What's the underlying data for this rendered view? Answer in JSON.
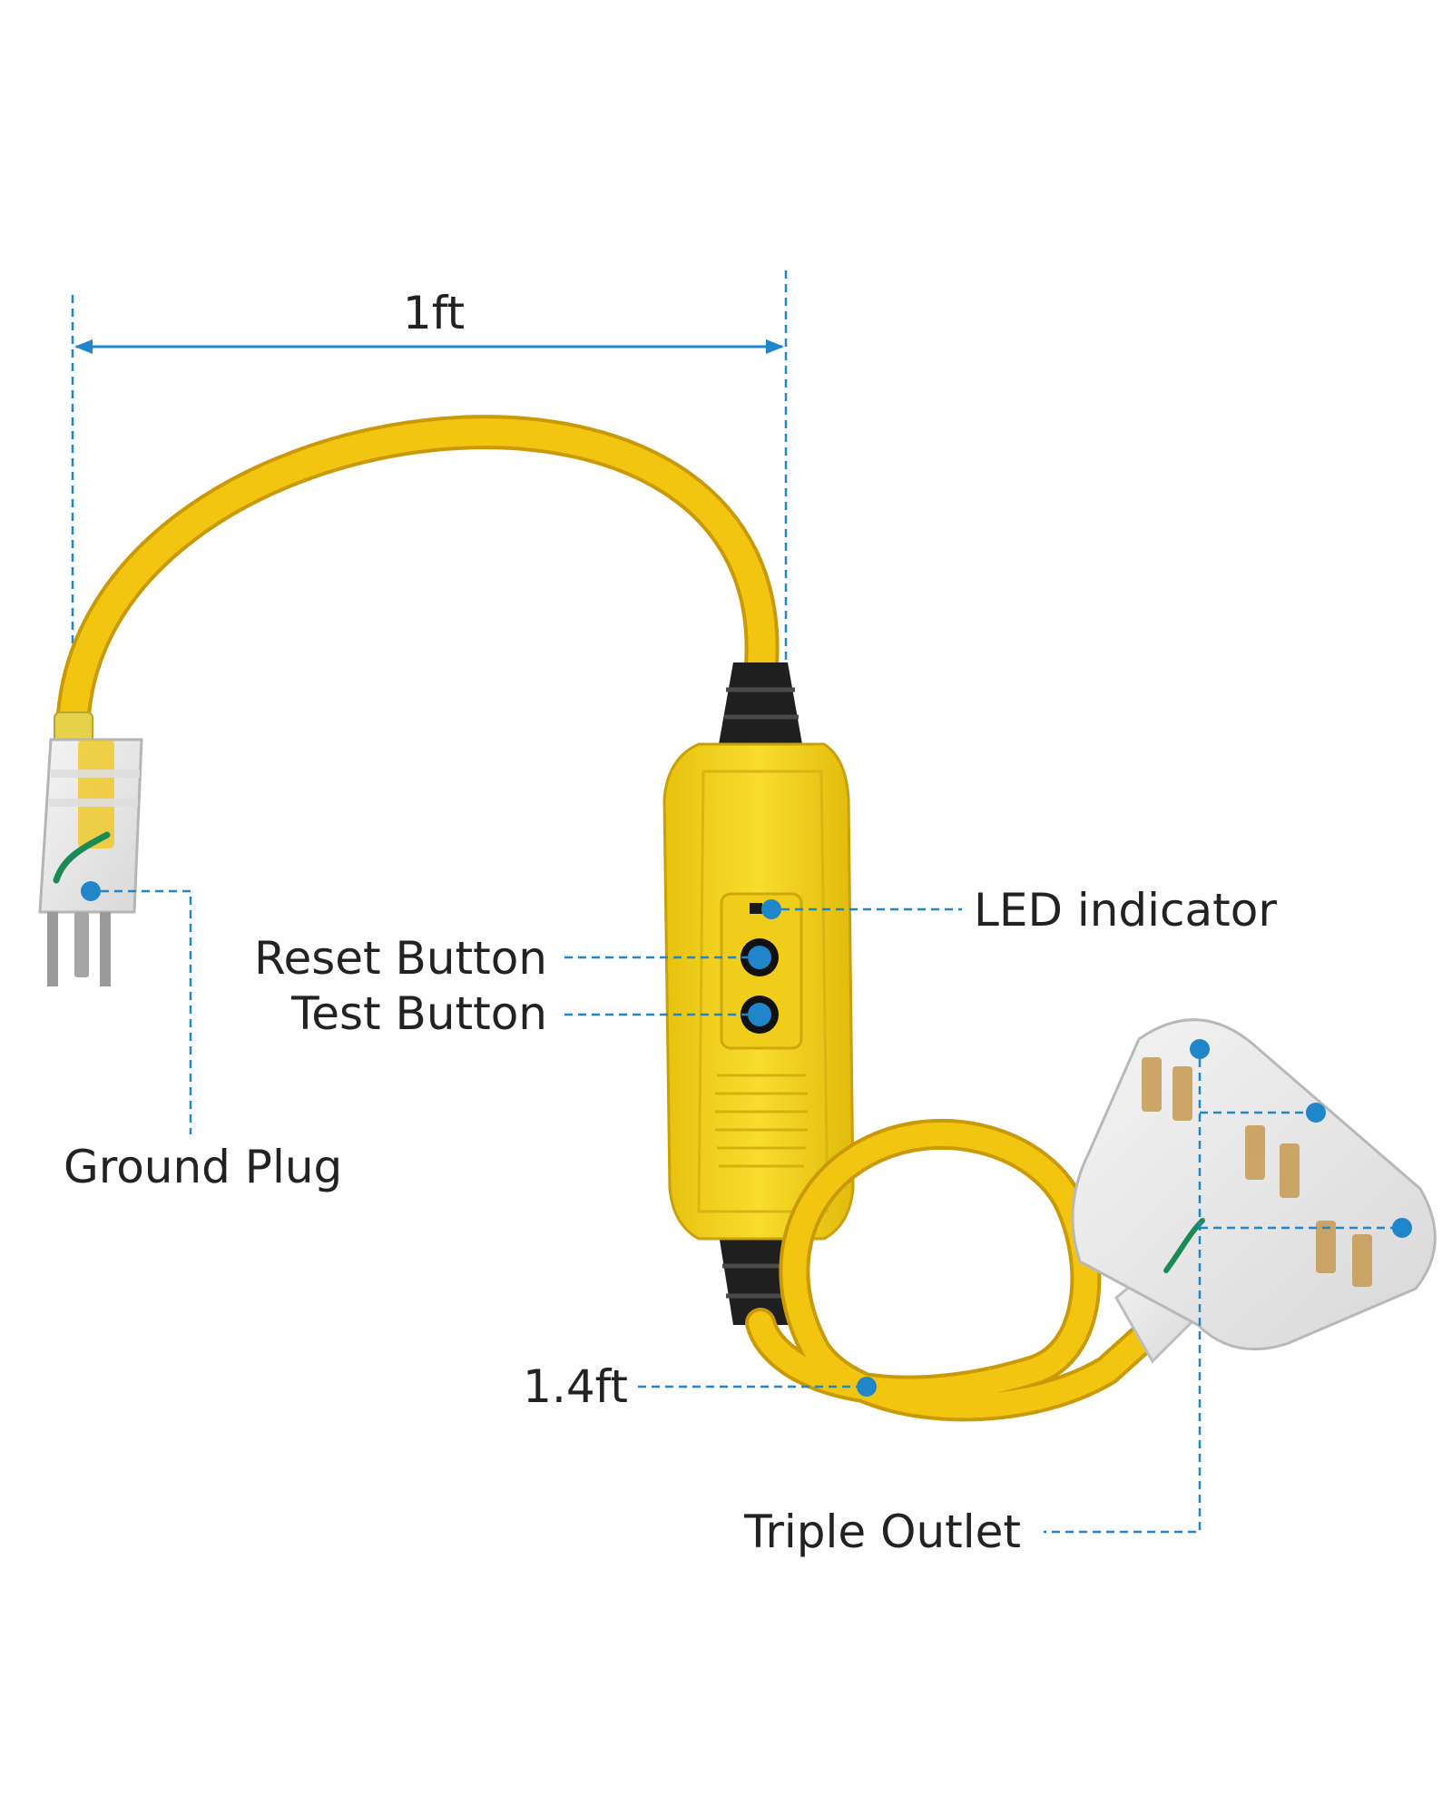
{
  "colors": {
    "accent": "#1e86c9",
    "cord": "#f2c511",
    "cord_shade": "#c99a06",
    "housing": "#f5d41c",
    "strain_relief": "#1f1f1f",
    "text": "#222222"
  },
  "dimensions": {
    "top_cord_length": "1ft",
    "bottom_cord_length": "1.4ft"
  },
  "callouts": {
    "led": "LED indicator",
    "reset": "Reset Button",
    "test": "Test Button",
    "ground": "Ground Plug",
    "outlet": "Triple Outlet"
  }
}
